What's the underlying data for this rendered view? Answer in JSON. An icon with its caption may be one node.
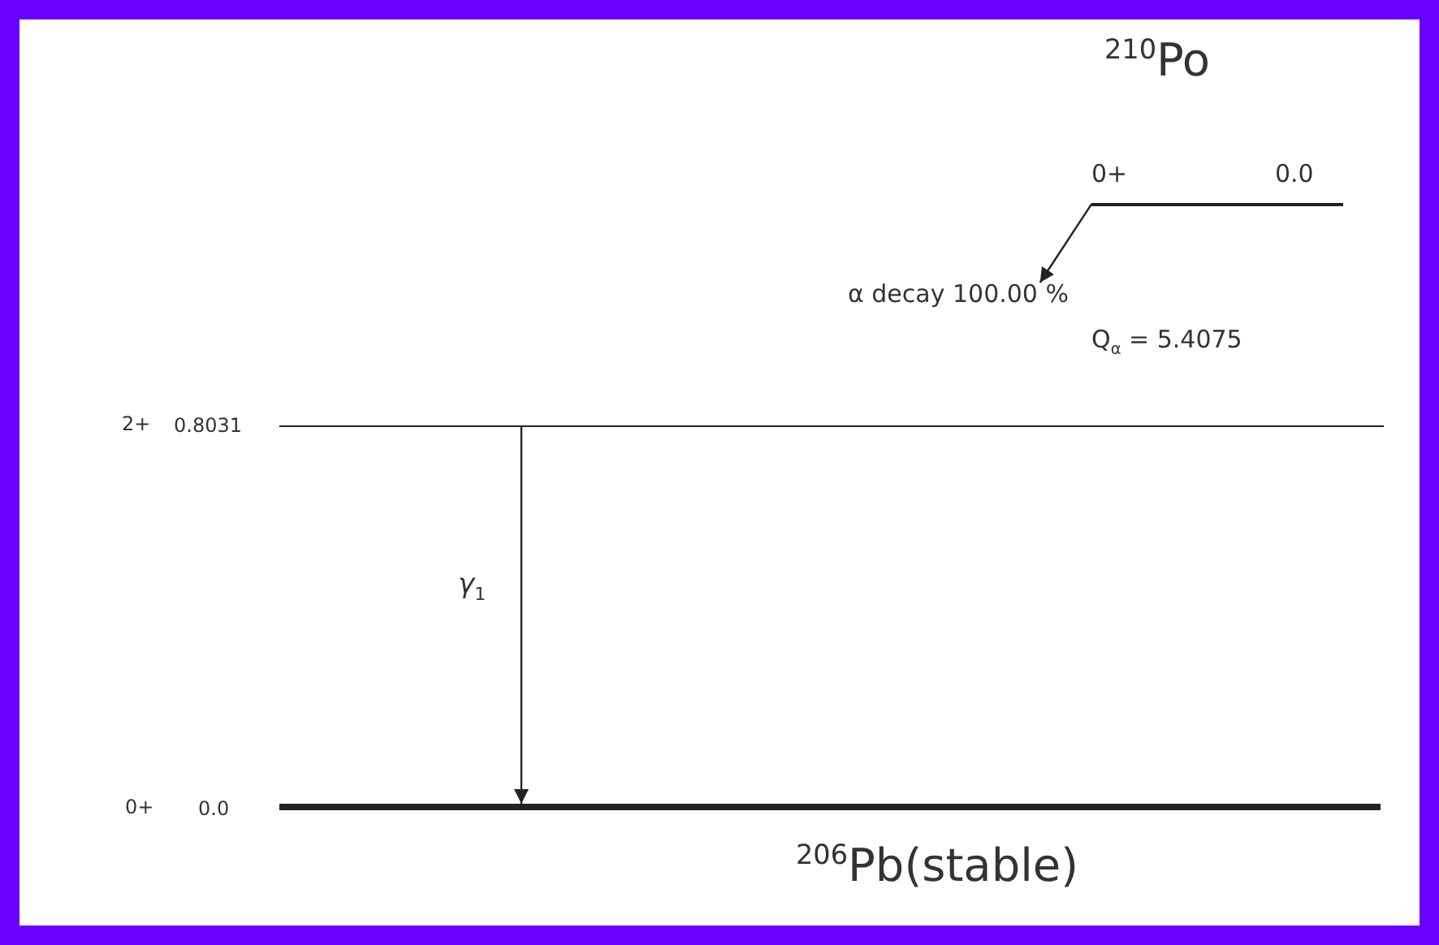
{
  "diagram": {
    "nodes": [
      {
        "text": [
          "$^{210}$Po",
          "0+",
          "0.0"
        ]
      },
      {
        "text": [
          "2+",
          "0.8031"
        ]
      },
      {
        "text": [
          "0+",
          "0.0",
          "$^{206}$Pb(stable)"
        ]
      },
      {
        "text": [
          "α decay 100.00 %"
        ]
      }
    ],
    "edges": [
      {
        "from": 0,
        "to": 3,
        "arrow": "to"
      },
      {
        "from": 1,
        "to": 2,
        "arrow": "to",
        "label": "γ$_{1}$"
      }
    ],
    "labels": [
      "Q$_{α}$ = 5.4075"
    ]
  }
}
